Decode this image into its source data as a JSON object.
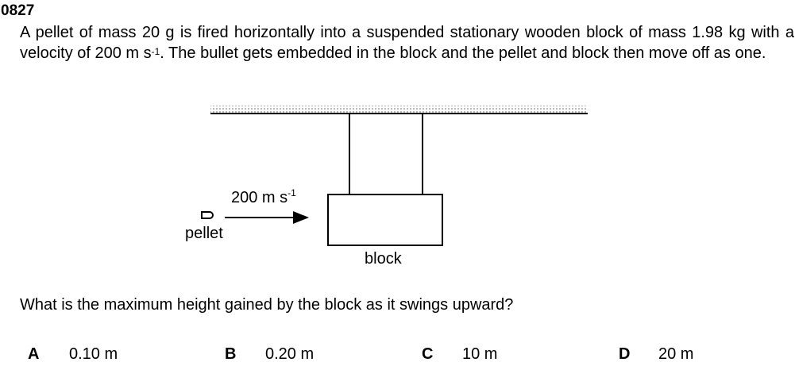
{
  "question_number": "0827",
  "stem": {
    "part1": "A pellet of mass 20 g is fired horizontally into a suspended stationary wooden block of mass 1.98 kg with a velocity of 200 m s",
    "sup1": "-1",
    "part2": ". The bullet gets embedded in the block and the pellet and block then move off as one."
  },
  "diagram": {
    "velocity_label": "200 m s",
    "velocity_sup": "-1",
    "pellet_label": "pellet",
    "block_label": "block"
  },
  "question": "What is the maximum height gained by the block as it swings upward?",
  "options": [
    {
      "letter": "A",
      "value": "0.10 m"
    },
    {
      "letter": "B",
      "value": "0.20 m"
    },
    {
      "letter": "C",
      "value": "10 m"
    },
    {
      "letter": "D",
      "value": "20 m"
    }
  ]
}
